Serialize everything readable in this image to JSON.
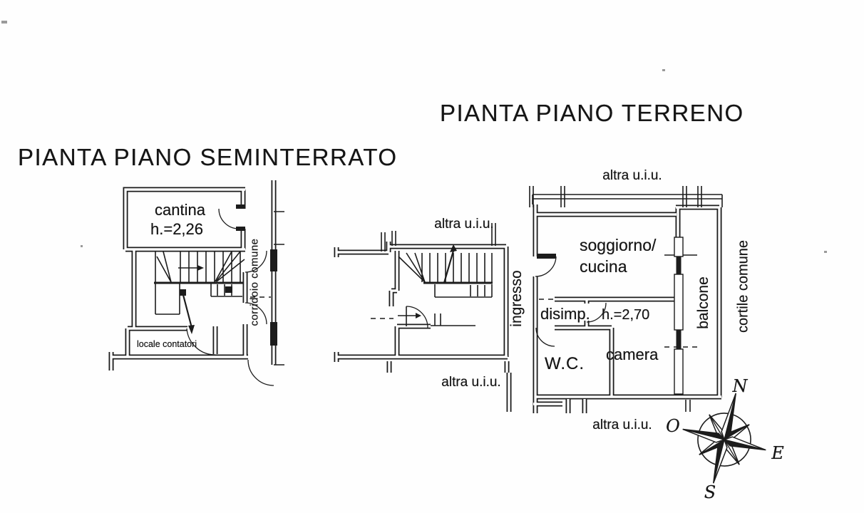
{
  "document_type": "scanned floor plan sheet",
  "titles": {
    "seminterrato": "PIANTA PIANO SEMINTERRATO",
    "terreno": "PIANTA PIANO TERRENO"
  },
  "seminterrato_plan": {
    "cantina": "cantina",
    "cantina_height": "h.=2,26",
    "corridoio": "corridoio comune",
    "locale_contatori": "locale contatori"
  },
  "terreno_plan": {
    "altra_uiu": "altra u.i.u.",
    "soggiorno_line1": "soggiorno/",
    "soggiorno_line2": "cucina",
    "disimpegno": "disimp.",
    "altezza": "h.=2,70",
    "wc": "W.C.",
    "camera": "camera",
    "ingresso": "ingresso",
    "balcone": "balcone",
    "cortile": "cortile comune"
  },
  "compass": {
    "north": "N",
    "west": "O",
    "east": "E",
    "south": "S"
  },
  "ink_color": "#1c1c1c",
  "paper_color": "#fefefe"
}
